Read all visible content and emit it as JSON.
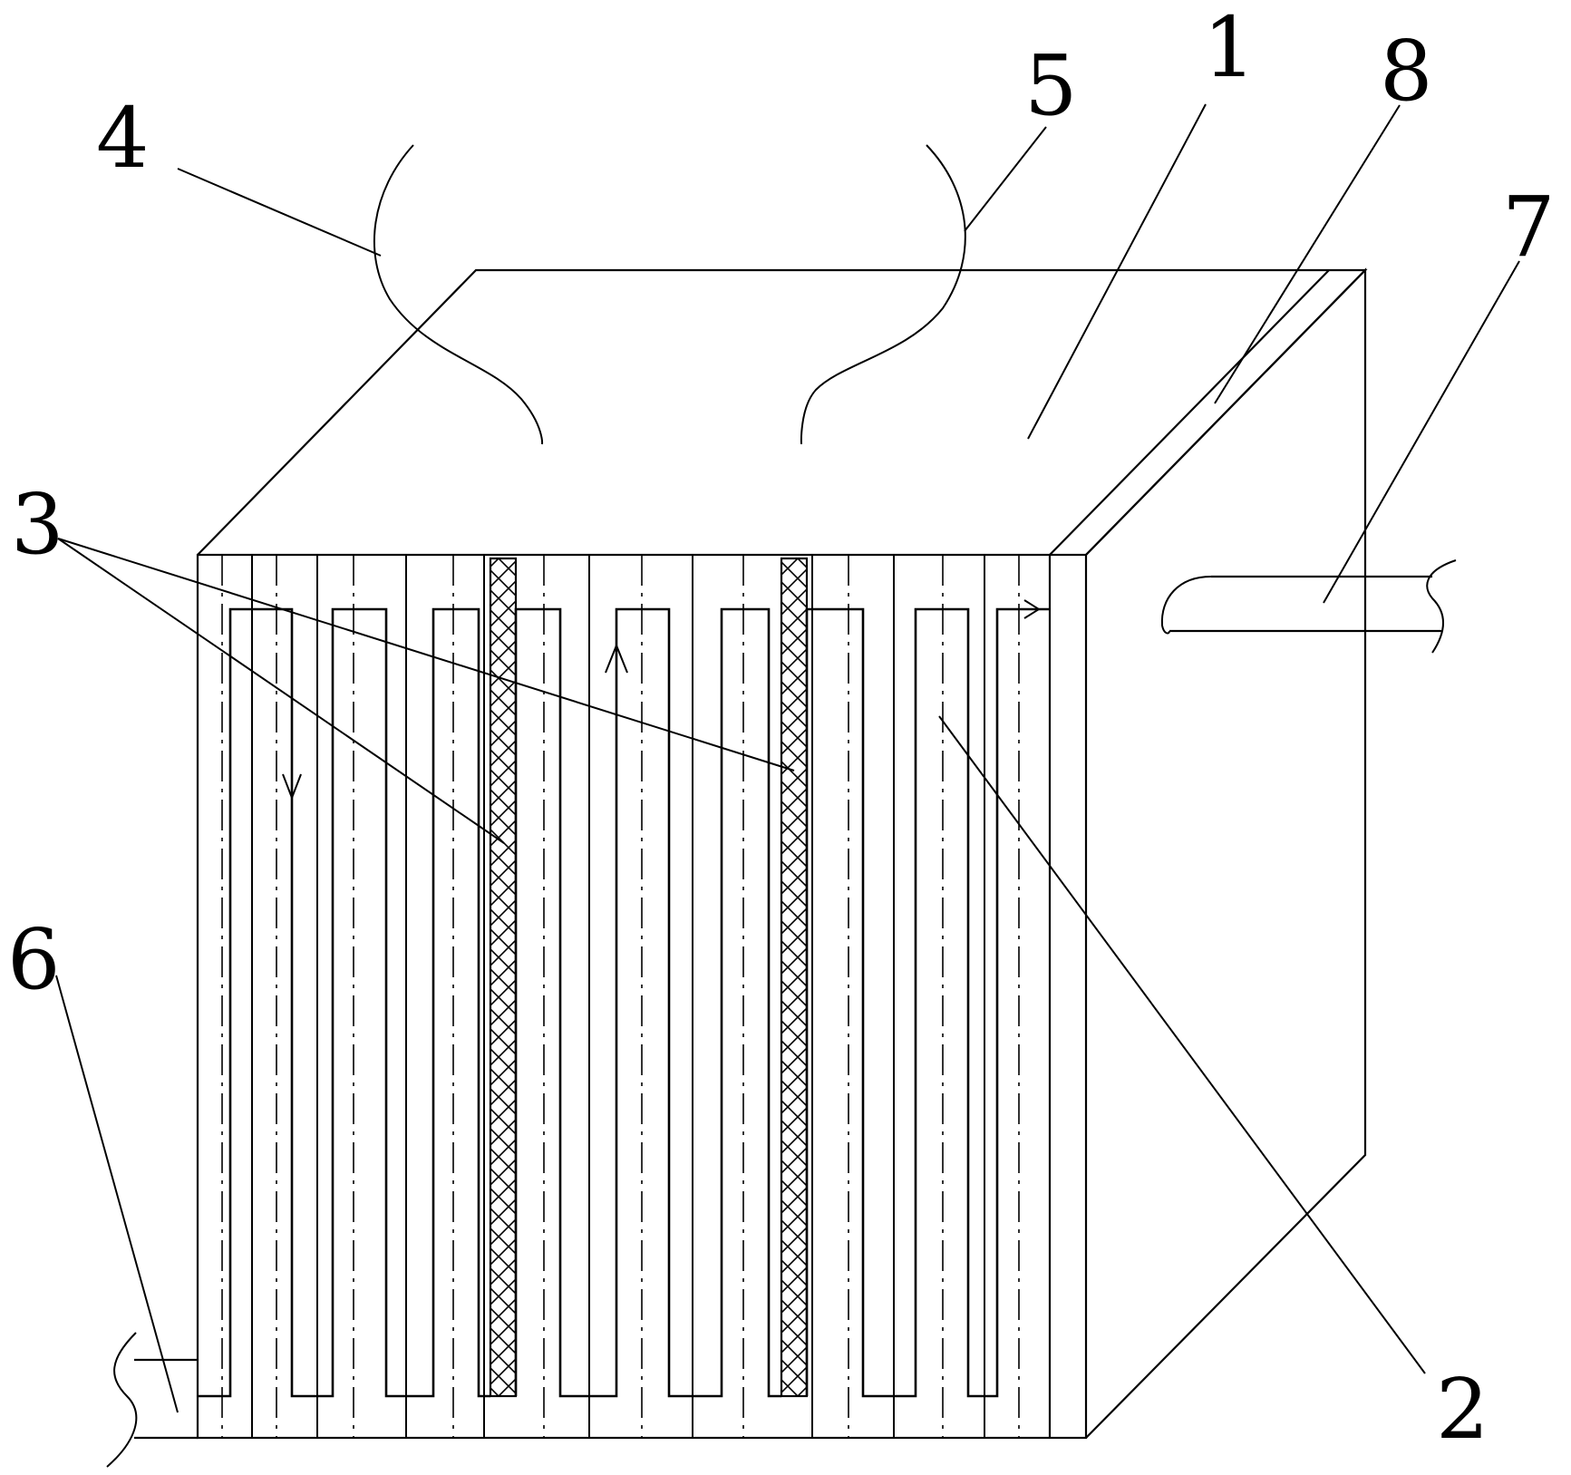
{
  "figure": {
    "labels": {
      "part_1": "1",
      "part_2": "2",
      "part_3": "3",
      "part_4": "4",
      "part_5": "5",
      "part_6": "6",
      "part_7": "7",
      "part_8": "8"
    }
  },
  "colors": {
    "line": "#000000",
    "background": "#ffffff"
  }
}
